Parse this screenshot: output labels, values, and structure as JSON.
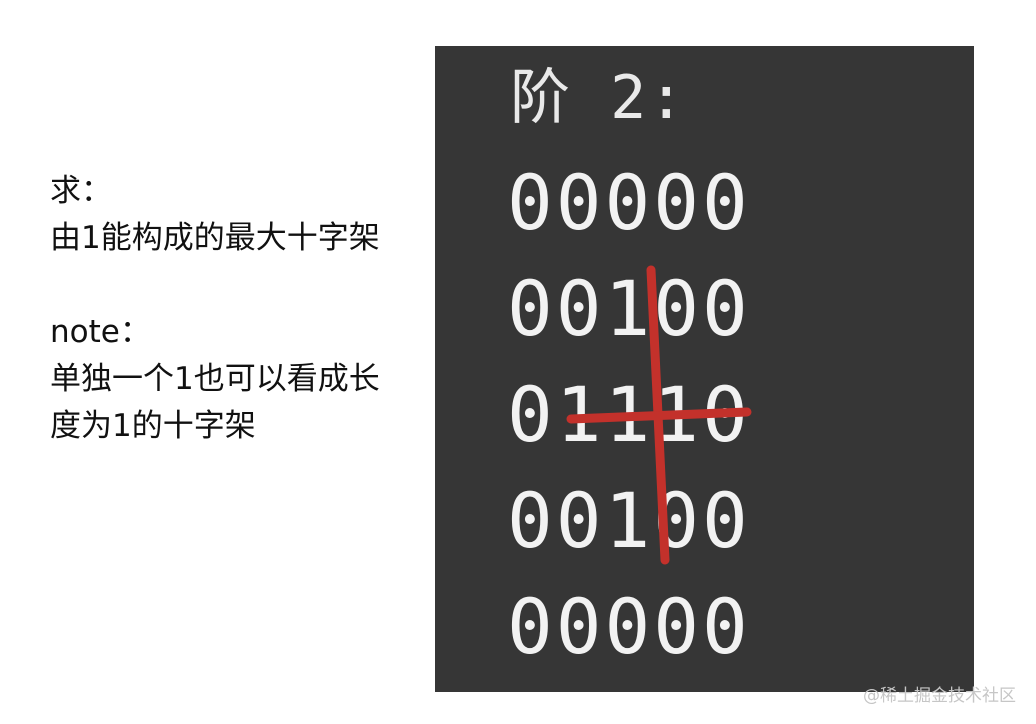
{
  "description": {
    "lines_before_gap": [
      "求：",
      "由1能构成的最大十字架"
    ],
    "lines_after_gap": [
      "note：",
      "单独一个1也可以看成长",
      "度为1的十字架"
    ]
  },
  "figure": {
    "title": "阶 2:",
    "rows": [
      "00000",
      "00100",
      "01110",
      "00100",
      "00000"
    ],
    "cross_color": "#c3312b",
    "background_color": "#363636"
  },
  "watermark": "@稀土掘金技术社区"
}
